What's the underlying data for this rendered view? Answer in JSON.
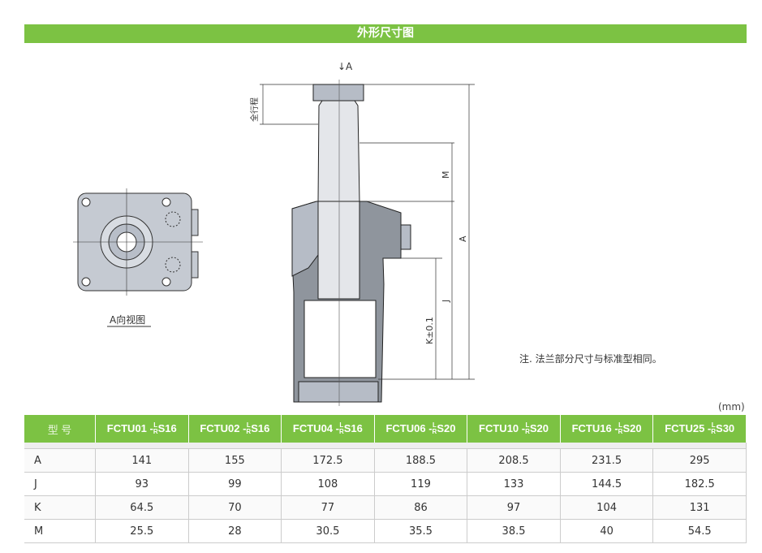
{
  "title": "外形尺寸图",
  "drawing": {
    "arrow_label": "↓A",
    "stroke_label": "全行程",
    "dim_m": "M",
    "dim_a": "A",
    "dim_j": "J",
    "dim_k": "K±0.1",
    "view_caption": "A向视图"
  },
  "note": "注. 法兰部分尺寸与标准型相同。",
  "unit": "(mm)",
  "table": {
    "header_label": "型 号",
    "models": [
      {
        "prefix": "FCTU01 -",
        "suffix": "S16"
      },
      {
        "prefix": "FCTU02 -",
        "suffix": "S16"
      },
      {
        "prefix": "FCTU04 -",
        "suffix": "S16"
      },
      {
        "prefix": "FCTU06 -",
        "suffix": "S20"
      },
      {
        "prefix": "FCTU10 -",
        "suffix": "S20"
      },
      {
        "prefix": "FCTU16 -",
        "suffix": "S20"
      },
      {
        "prefix": "FCTU25 -",
        "suffix": "S30"
      }
    ],
    "lr_top": "L",
    "lr_bottom": "R",
    "rows": [
      {
        "label": "A",
        "values": [
          "141",
          "155",
          "172.5",
          "188.5",
          "208.5",
          "231.5",
          "295"
        ]
      },
      {
        "label": "J",
        "values": [
          "93",
          "99",
          "108",
          "119",
          "133",
          "144.5",
          "182.5"
        ]
      },
      {
        "label": "K",
        "values": [
          "64.5",
          "70",
          "77",
          "86",
          "97",
          "104",
          "131"
        ]
      },
      {
        "label": "M",
        "values": [
          "25.5",
          "28",
          "30.5",
          "35.5",
          "38.5",
          "40",
          "54.5"
        ]
      }
    ]
  }
}
